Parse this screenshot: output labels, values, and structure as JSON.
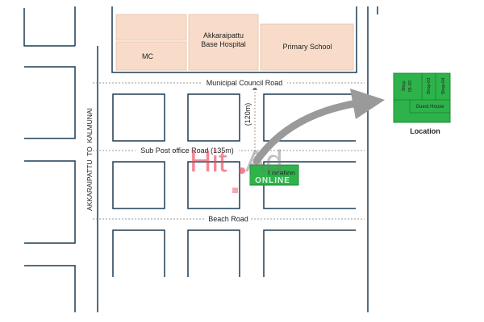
{
  "roads": {
    "north": "Municipal Council Road",
    "middle": "Sub Post office Road (135m)",
    "south": "Beach Road",
    "west": "AKKARAIPATTU  TO  KALMUNAI",
    "lane_distance": "(120m)"
  },
  "buildings": {
    "mc": "MC",
    "hospital_line1": "Akkaraipattu",
    "hospital_line2": "Base Hospital",
    "school": "Primary School"
  },
  "pin_label": "Location",
  "inset": {
    "caption": "Location",
    "shop_a_line1": "Shop",
    "shop_a_line2": "01-02",
    "shop_b": "Shop-03",
    "shop_c": "Shop-04",
    "guest_house": "Guest House"
  },
  "watermark": {
    "part1": "Hit",
    "part2": "Ad",
    "badge": "ONLINE"
  },
  "colors": {
    "building_fill": "#f8dcc9",
    "block_stroke": "#1f3b52",
    "location_green": "#2db34a",
    "arrow_gray": "#9a9a9a",
    "watermark_red": "#e8475a"
  }
}
